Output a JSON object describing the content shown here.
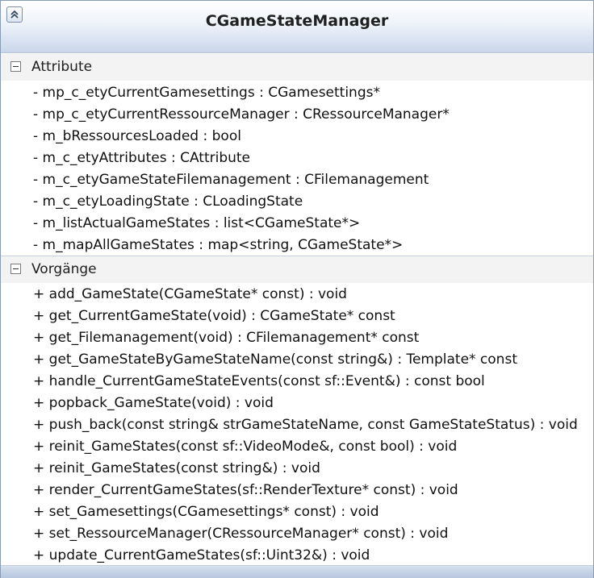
{
  "class": {
    "name": "CGameStateManager"
  },
  "attributes": {
    "label": "Attribute",
    "items": [
      "- mp_c_etyCurrentGamesettings : CGamesettings*",
      "- mp_c_etyCurrentRessourceManager : CRessourceManager*",
      "- m_bRessourcesLoaded : bool",
      "- m_c_etyAttributes : CAttribute",
      "- m_c_etyGameStateFilemanagement : CFilemanagement",
      "- m_c_etyLoadingState : CLoadingState",
      "- m_listActualGameStates : list<CGameState*>",
      "- m_mapAllGameStates : map<string, CGameState*>"
    ]
  },
  "operations": {
    "label": "Vorgänge",
    "items": [
      "+ add_GameState(CGameState* const) : void",
      "+ get_CurrentGameState(void) : CGameState* const",
      "+ get_Filemanagement(void) : CFilemanagement* const",
      "+ get_GameStateByGameStateName(const string&) : Template* const",
      "+ handle_CurrentGameStateEvents(const sf::Event&) : const bool",
      "+ popback_GameState(void) : void",
      "+ push_back(const string& strGameStateName, const GameStateStatus) : void",
      "+ reinit_GameStates(const sf::VideoMode&, const bool) : void",
      "+ reinit_GameStates(const string&) : void",
      "+ render_CurrentGameStates(sf::RenderTexture* const) : void",
      "+ set_Gamesettings(CGamesettings* const) : void",
      "+ set_RessourceManager(CRessourceManager* const) : void",
      "+ update_CurrentGameStates(sf::Uint32&) : void"
    ]
  },
  "icons": {
    "collapse": "double-chevron-up-icon",
    "section_toggle": "minus-box-icon"
  }
}
